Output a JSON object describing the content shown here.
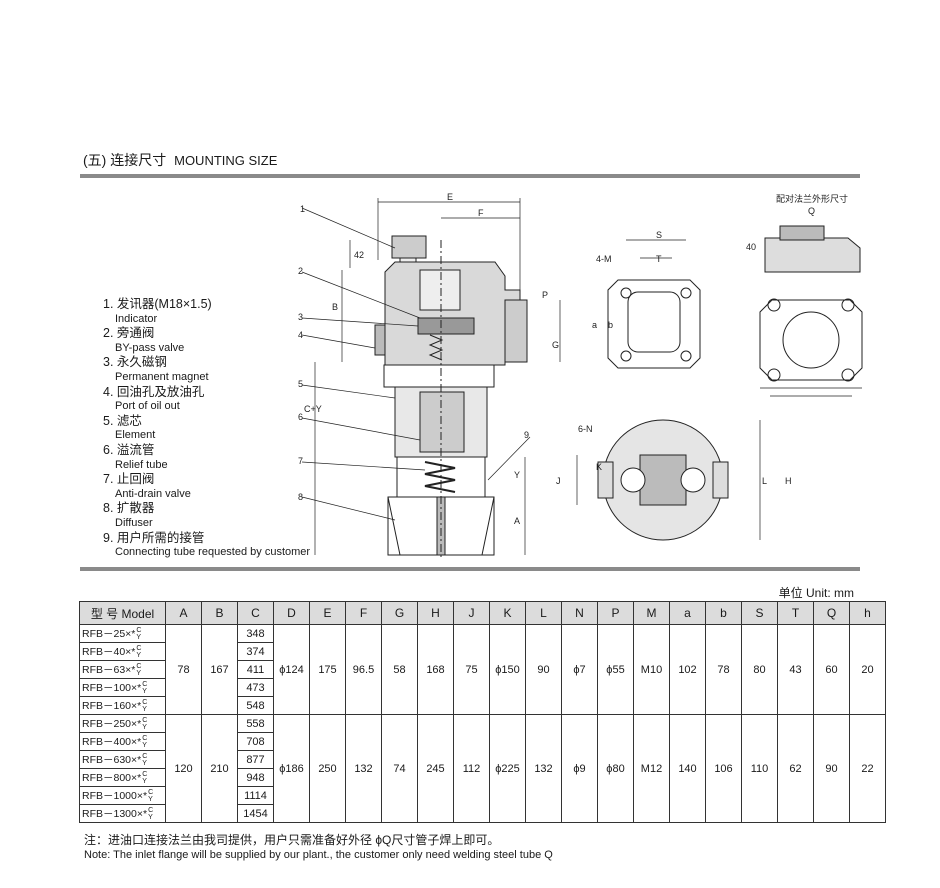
{
  "title": {
    "zh": "(五) 连接尺寸",
    "en": "MOUNTING SIZE"
  },
  "legend": [
    {
      "zh": "1. 发讯器(M18×1.5)",
      "en": "Indicator"
    },
    {
      "zh": "2. 旁通阀",
      "en": "BY-pass valve"
    },
    {
      "zh": "3. 永久磁钢",
      "en": "Permanent magnet"
    },
    {
      "zh": "4. 回油孔及放油孔",
      "en": "Port of oil out"
    },
    {
      "zh": "5. 滤芯",
      "en": "Element"
    },
    {
      "zh": "6. 溢流管",
      "en": "Relief tube"
    },
    {
      "zh": "7. 止回阀",
      "en": "Anti-drain valve"
    },
    {
      "zh": "8. 扩散器",
      "en": "Diffuser"
    },
    {
      "zh": "9. 用户所需的接管",
      "en": "Connecting tube requested by customer"
    }
  ],
  "drawing_labels": {
    "flange_title": "配对法兰外形尺寸",
    "dims": [
      "E",
      "F",
      "42",
      "B",
      "C+Y",
      "G",
      "P",
      "Y",
      "A",
      "S",
      "T",
      "4-M",
      "a",
      "b",
      "Q",
      "40",
      "6-N",
      "J",
      "K",
      "L",
      "H"
    ],
    "callouts": [
      "1",
      "2",
      "3",
      "4",
      "5",
      "6",
      "7",
      "8",
      "9"
    ]
  },
  "unit": "单位 Unit: mm",
  "table": {
    "headers": [
      "型 号 Model",
      "A",
      "B",
      "C",
      "D",
      "E",
      "F",
      "G",
      "H",
      "J",
      "K",
      "L",
      "N",
      "P",
      "M",
      "a",
      "b",
      "S",
      "T",
      "Q",
      "h"
    ],
    "groups": [
      {
        "models": [
          "RFB－25×*",
          "RFB－40×*",
          "RFB－63×*",
          "RFB－100×*",
          "RFB－160×*"
        ],
        "C": [
          "348",
          "374",
          "411",
          "473",
          "548"
        ],
        "common": [
          "78",
          "167",
          "ϕ124",
          "175",
          "96.5",
          "58",
          "168",
          "75",
          "ϕ150",
          "90",
          "ϕ7",
          "ϕ55",
          "M10",
          "102",
          "78",
          "80",
          "43",
          "60",
          "20"
        ]
      },
      {
        "models": [
          "RFB－250×*",
          "RFB－400×*",
          "RFB－630×*",
          "RFB－800×*",
          "RFB－1000×*",
          "RFB－1300×*"
        ],
        "C": [
          "558",
          "708",
          "877",
          "948",
          "1114",
          "1454"
        ],
        "common": [
          "120",
          "210",
          "ϕ186",
          "250",
          "132",
          "74",
          "245",
          "112",
          "ϕ225",
          "132",
          "ϕ9",
          "ϕ80",
          "M12",
          "140",
          "106",
          "110",
          "62",
          "90",
          "22"
        ]
      }
    ],
    "suffix_top": "C",
    "suffix_bottom": "Y"
  },
  "note": {
    "zh": "注：进油口连接法兰由我司提供，用户只需准备好外径 ϕQ尺寸管子焊上即可。",
    "en": "Note: The inlet flange will be supplied by our plant., the customer only need welding steel tube Q"
  }
}
